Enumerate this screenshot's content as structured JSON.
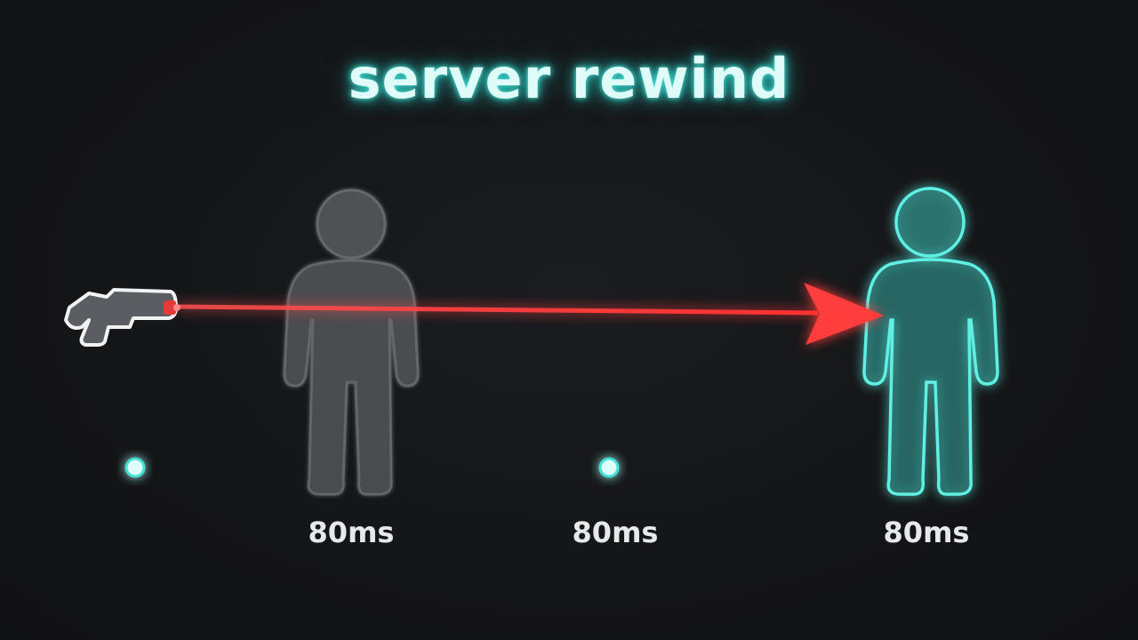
{
  "title": "server rewind",
  "timeline": {
    "labels": [
      "80ms",
      "80ms",
      "80ms"
    ]
  },
  "colors": {
    "glow": "#3fe0d5",
    "ghost": "#8a8d91",
    "ray": "#ff3a3a",
    "background": "#131416"
  },
  "icons": {
    "weapon": "pistol-icon",
    "past_figure": "ghost-person-icon",
    "current_figure": "person-icon"
  }
}
